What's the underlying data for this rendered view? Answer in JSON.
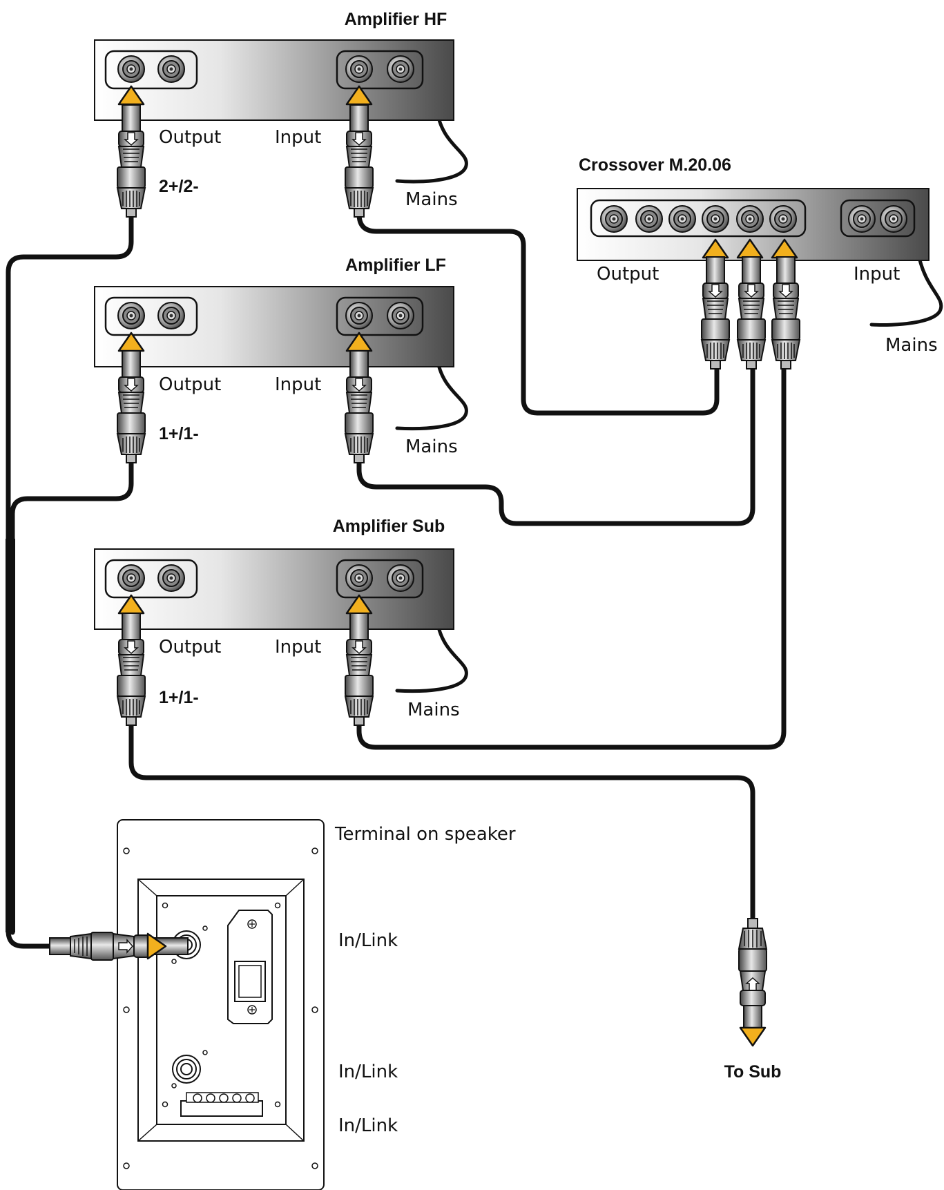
{
  "devices": {
    "amp_hf": {
      "title": "Amplifier HF",
      "output": "Output",
      "input": "Input",
      "mains": "Mains",
      "channel": "2+/2-"
    },
    "amp_lf": {
      "title": "Amplifier LF",
      "output": "Output",
      "input": "Input",
      "mains": "Mains",
      "channel": "1+/1-"
    },
    "amp_sub": {
      "title": "Amplifier Sub",
      "output": "Output",
      "input": "Input",
      "mains": "Mains",
      "channel": "1+/1-"
    },
    "crossover": {
      "title": "Crossover M.20.06",
      "output": "Output",
      "input": "Input",
      "mains": "Mains"
    }
  },
  "terminal": {
    "title": "Terminal on speaker",
    "link1": "In/Link",
    "link2": "In/Link",
    "link3": "In/Link"
  },
  "to_sub": "To Sub",
  "colors": {
    "connector_arrow": "#f2b01e",
    "cable": "#111111",
    "panel_dark": "#555555",
    "panel_light": "#ffffff"
  }
}
